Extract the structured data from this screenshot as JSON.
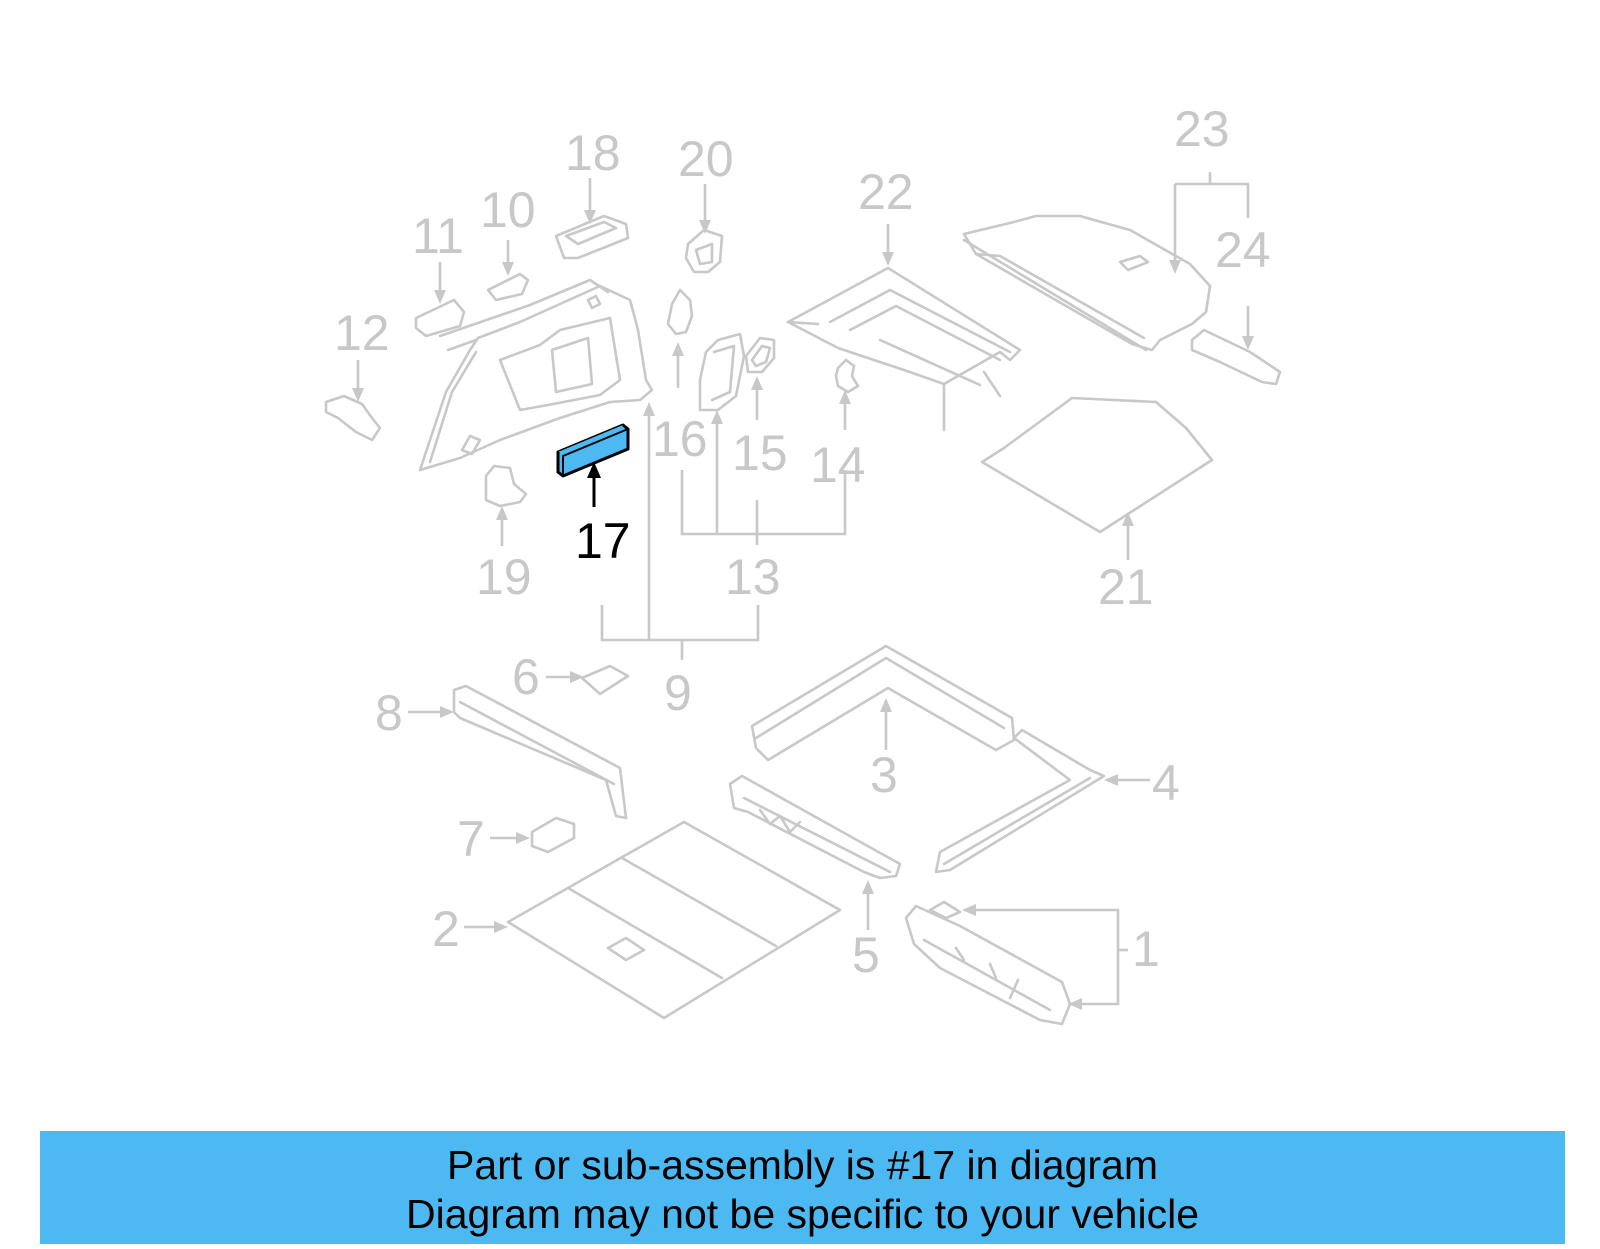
{
  "diagram": {
    "selected": "17",
    "highlight_color": "#4db9f2",
    "callouts": [
      "1",
      "2",
      "3",
      "4",
      "5",
      "6",
      "7",
      "8",
      "9",
      "10",
      "11",
      "12",
      "13",
      "14",
      "15",
      "16",
      "17",
      "18",
      "19",
      "20",
      "21",
      "22",
      "23",
      "24"
    ]
  },
  "banner": {
    "line1": "Part or sub-assembly is #17 in diagram",
    "line2": "Diagram may not be specific to your vehicle",
    "color": "#4db9f2"
  }
}
